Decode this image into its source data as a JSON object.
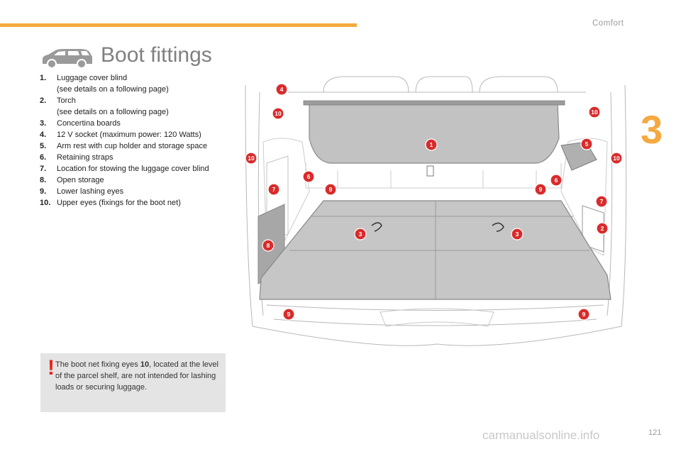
{
  "header": {
    "section": "Comfort",
    "chapter_number": "3"
  },
  "page": {
    "title": "Boot fittings",
    "page_number": "121",
    "watermark": "carmanualsonline.info"
  },
  "legend": [
    {
      "num": "1.",
      "text": "Luggage cover blind",
      "note": "(see details on a following page)"
    },
    {
      "num": "2.",
      "text": "Torch",
      "note": "(see details on a following page)"
    },
    {
      "num": "3.",
      "text": "Concertina boards"
    },
    {
      "num": "4.",
      "text": "12 V socket (maximum power: 120 Watts)"
    },
    {
      "num": "5.",
      "text": "Arm rest with cup holder and storage space"
    },
    {
      "num": "6.",
      "text": "Retaining straps"
    },
    {
      "num": "7.",
      "text": "Location for stowing the luggage cover blind"
    },
    {
      "num": "8.",
      "text": "Open storage"
    },
    {
      "num": "9.",
      "text": "Lower lashing eyes"
    },
    {
      "num": "10.",
      "text": "Upper eyes (fixings for the boot net)"
    }
  ],
  "warning": {
    "icon": "exclamation-icon",
    "text_before": "The boot net fixing eyes ",
    "ref": "10",
    "text_after": ", located at the level of the parcel shelf, are not intended for lashing loads or securing luggage."
  },
  "callouts": [
    "1",
    "2",
    "3",
    "3",
    "4",
    "5",
    "6",
    "6",
    "7",
    "7",
    "8",
    "9",
    "9",
    "9",
    "9",
    "10",
    "10",
    "10",
    "10"
  ],
  "colors": {
    "accent": "#f5a940",
    "callout": "#d92b2b",
    "warning": "#e8251d",
    "panel": "#e4e4e4"
  }
}
